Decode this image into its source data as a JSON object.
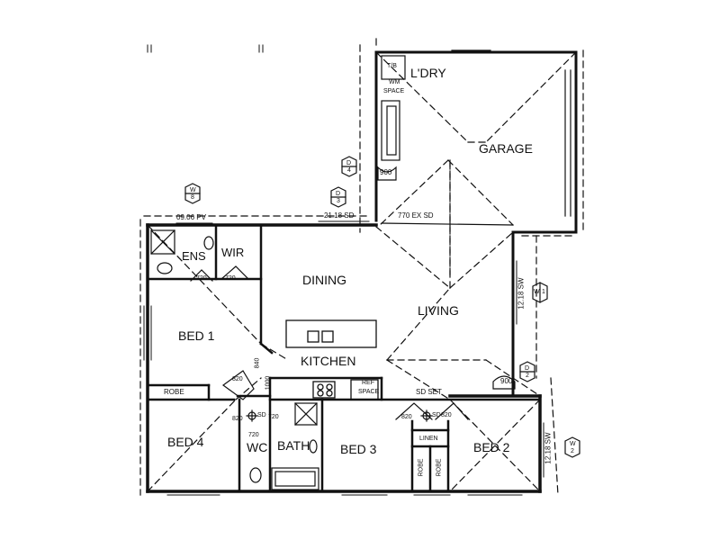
{
  "rooms": {
    "laundry": "L'DRY",
    "garage": "GARAGE",
    "ensuite": "ENS",
    "wir": "WIR",
    "dining": "DINING",
    "living": "LIVING",
    "bed1": "BED 1",
    "kitchen": "KITCHEN",
    "bed4": "BED 4",
    "wc": "WC",
    "bath": "BATH",
    "bed3": "BED 3",
    "bed2": "BED 2"
  },
  "fixtures": {
    "tub": "T/B",
    "wm_space_1": "WM",
    "wm_space_2": "SPACE",
    "robe_bed1": "ROBE",
    "ref_space_1": "REF",
    "ref_space_2": "SPACE",
    "linen": "LINEN",
    "robe_left": "ROBE",
    "robe_right": "ROBE"
  },
  "annotations": {
    "pv": "09.06 PV",
    "sd_2118": "21.18 SD",
    "ex_sd": "770 EX SD",
    "sw_1218_a": "12.18 SW",
    "sw_1218_b": "12.18 SW",
    "sd_set": "SD SET",
    "door_900_a": "900",
    "door_900_b": "900",
    "ens_720_a": "720",
    "ens_720_b": "720",
    "hall_820_a": "820",
    "hall_820_b": "820",
    "hall_720": "720",
    "wc_720": "720",
    "bed3_820": "820",
    "bed2_820": "820",
    "hall_840": "840",
    "hall_1000": "1000",
    "sd_a": "SD",
    "sd_b": "SD"
  },
  "markers": {
    "w8_num": "8",
    "w8_letter": "W",
    "d3_num": "3",
    "d3_letter": "D",
    "d4_num": "4",
    "d4_letter": "D",
    "w1_num": "1",
    "w1_letter": "W",
    "d2_num": "2",
    "d2_letter": "D",
    "w2_num": "2",
    "w2_letter": "W"
  }
}
